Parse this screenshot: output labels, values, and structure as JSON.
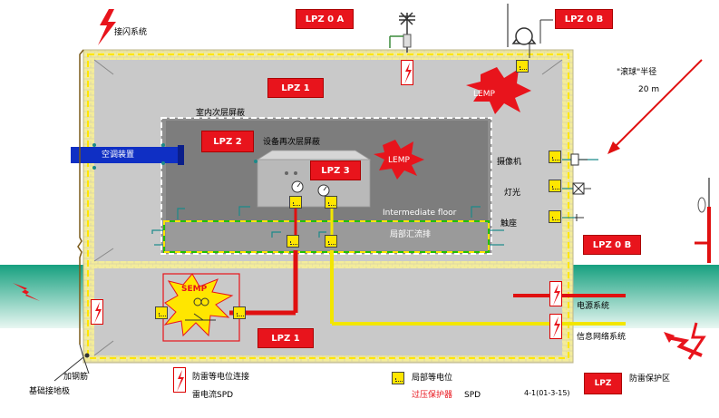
{
  "zones": {
    "lpz0a": "LPZ 0 A",
    "lpz0b_top": "LPZ 0 B",
    "lpz0b_right": "LPZ 0 B",
    "lpz1_top": "LPZ 1",
    "lpz1_bottom": "LPZ 1",
    "lpz2": "LPZ 2",
    "lpz3": "LPZ 3"
  },
  "labels": {
    "lightning_system": "接闪系统",
    "rolling_ball": "\"滚球\"半径",
    "rolling_ball_value": "20 m",
    "indoor_shield": "室内次层屏蔽",
    "equipment_shield": "设备再次层屏蔽",
    "air_conditioner": "空调装置",
    "lemp_outer": "LEMP",
    "lemp_inner": "LEMP",
    "camera": "摄像机",
    "light": "灯光",
    "sensor": "触座",
    "intermediate_floor": "Intermediate floor",
    "local_bus": "局部汇流排",
    "semp": "SEMP",
    "power_system": "电源系统",
    "info_network": "信息网络系统",
    "reinforcement": "加钢筋",
    "foundation_ground": "基础接地极"
  },
  "legend": {
    "bonding_title": "防雷等电位连接",
    "bonding_sub": "雷电流SPD",
    "local_bonding_title": "局部等电位",
    "local_bonding_sub": "过压保护器",
    "local_bonding_spd": "SPD",
    "lpz_box": "LPZ",
    "lpz_desc": "防雷保护区",
    "figure_id": "4-1(01-3-15)"
  },
  "colors": {
    "zone_red": "#e8141c",
    "ground_teal": "#22a78a",
    "spd_yellow": "#ffe600",
    "power_line": "#e01010",
    "signal_line": "#f2e600",
    "hvac_blue": "#0f2fc4"
  }
}
